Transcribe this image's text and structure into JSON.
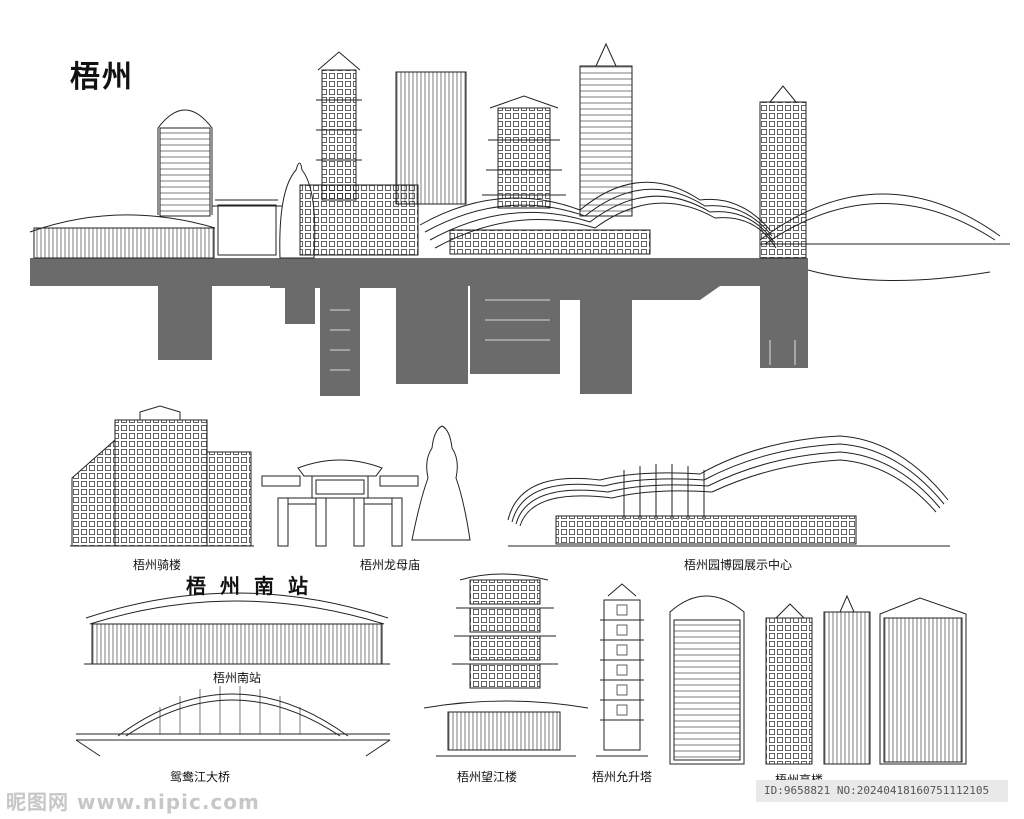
{
  "title": "梧州",
  "sign_text": "梧州南站",
  "labels": {
    "qilou": "梧州骑楼",
    "longmu": "梧州龙母庙",
    "expo": "梧州园博园展示中心",
    "south_station": "梧州南站",
    "bridge": "鸳鸯江大桥",
    "wangjiang": "梧州望江楼",
    "yunsheng": "梧州允升塔",
    "highrise": "梧州高楼"
  },
  "watermark": {
    "site": "昵图网 www.nipic.com",
    "id": "ID:9658821 NO:20240418160751112105"
  },
  "colors": {
    "line": "#222222",
    "reflection": "#6b6b6b",
    "background": "#ffffff"
  }
}
